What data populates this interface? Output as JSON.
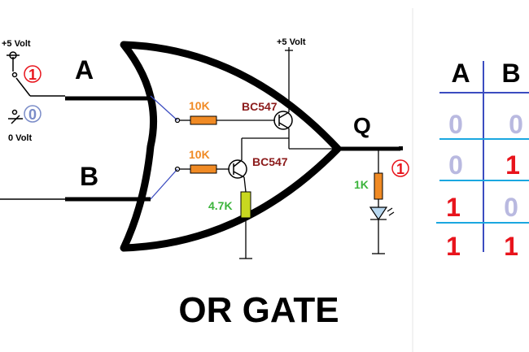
{
  "title": "OR GATE",
  "inputs": {
    "a_label": "A",
    "b_label": "B",
    "output_label": "Q"
  },
  "switch": {
    "high_label": "+5 Volt",
    "low_label": "0 Volt",
    "high_state": "1",
    "low_state": "0"
  },
  "components": {
    "r_top": "10K",
    "r_bottom": "10K",
    "q_top": "BC547",
    "q_bottom": "BC547",
    "r_emitter": "4.7K",
    "supply": "+5 Volt",
    "r_led": "1K",
    "output_state": "1"
  },
  "truth_table": {
    "headers": [
      "A",
      "B"
    ],
    "rows": [
      [
        "0",
        "0"
      ],
      [
        "0",
        "1"
      ],
      [
        "1",
        "0"
      ],
      [
        "1",
        "1"
      ]
    ]
  },
  "colors": {
    "one": "#e8141c",
    "zero": "#b9b9e0",
    "orange": "#f08a24",
    "green": "#3cb43c",
    "darkred": "#8b1a1a",
    "blue": "#3b4cc0",
    "cyan": "#1aa7e0"
  }
}
